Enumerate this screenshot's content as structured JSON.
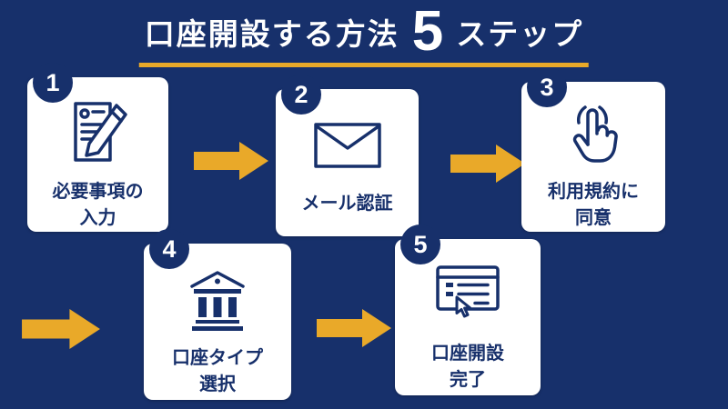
{
  "colors": {
    "background": "#17306b",
    "card": "#ffffff",
    "accent_yellow": "#e9a929",
    "navy": "#17306b",
    "title_text": "#ffffff",
    "card_text": "#17306b"
  },
  "title": {
    "prefix": "口座開設する方法",
    "number": "5",
    "suffix": "ステップ"
  },
  "steps": [
    {
      "number": "1",
      "icon": "document-pencil-icon",
      "label_line1": "必要事項の",
      "label_line2": "入力"
    },
    {
      "number": "2",
      "icon": "envelope-icon",
      "label_line1": "メール認証",
      "label_line2": ""
    },
    {
      "number": "3",
      "icon": "tap-hand-icon",
      "label_line1": "利用規約に",
      "label_line2": "同意"
    },
    {
      "number": "4",
      "icon": "bank-icon",
      "label_line1": "口座タイプ",
      "label_line2": "選択"
    },
    {
      "number": "5",
      "icon": "browser-complete-icon",
      "label_line1": "口座開設",
      "label_line2": "完了"
    }
  ],
  "arrows": {
    "count": 4,
    "direction": "right"
  }
}
